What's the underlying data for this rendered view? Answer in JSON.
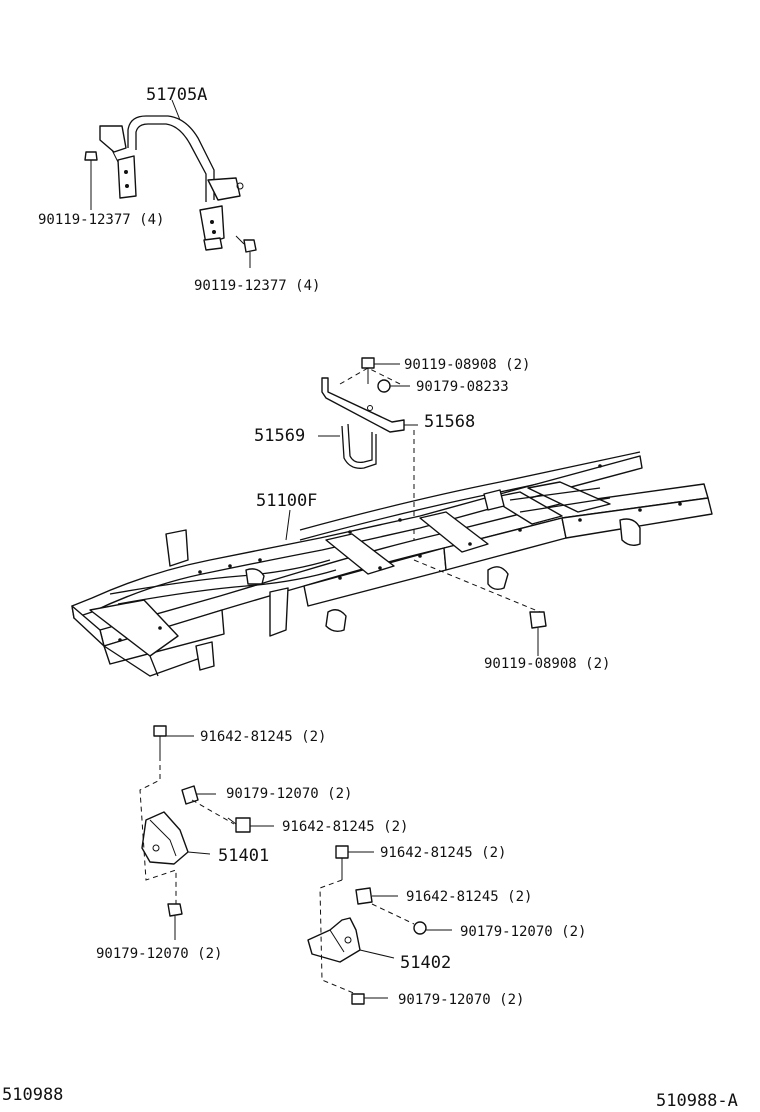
{
  "labels": {
    "p51705a": "51705A",
    "p90119_12377_a": "90119-12377 (4)",
    "p90119_12377_b": "90119-12377 (4)",
    "p90119_08908_a": "90119-08908 (2)",
    "p90179_08233": "90179-08233",
    "p51568": "51568",
    "p51569": "51569",
    "p51100f": "51100F",
    "p90119_08908_b": "90119-08908 (2)",
    "p91642_81245_a": "91642-81245 (2)",
    "p90179_12070_a": "90179-12070 (2)",
    "p91642_81245_b": "91642-81245 (2)",
    "p51401": "51401",
    "p91642_81245_c": "91642-81245 (2)",
    "p91642_81245_d": "91642-81245 (2)",
    "p90179_12070_b": "90179-12070 (2)",
    "p90179_12070_c": "90179-12070 (2)",
    "p51402": "51402",
    "p90179_12070_d": "90179-12070 (2)"
  },
  "footer": {
    "left_code": "510988",
    "right_code": "510988-A"
  }
}
